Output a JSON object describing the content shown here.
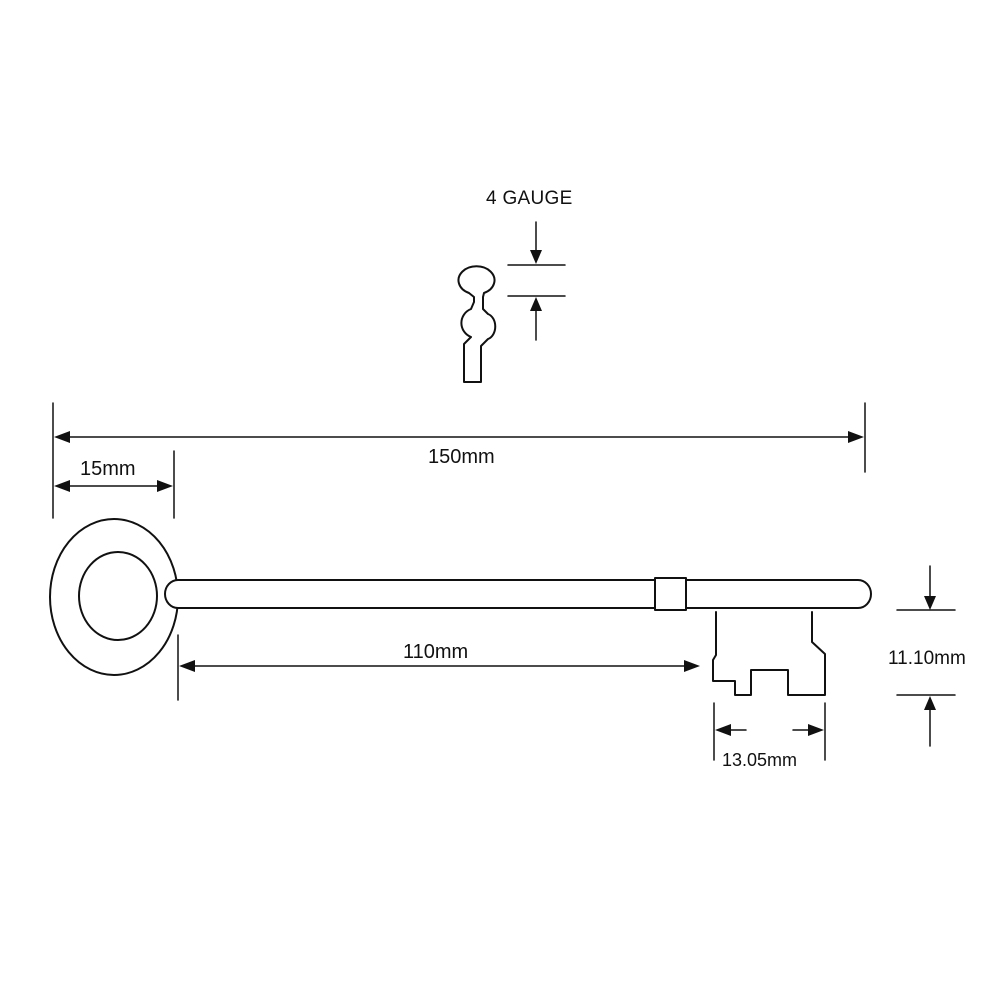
{
  "labels": {
    "gauge": "4 GAUGE",
    "overall_length": "150mm",
    "bow_width": "15mm",
    "shank_length": "110mm",
    "bit_width": "13.05mm",
    "bit_height": "11.10mm"
  },
  "colors": {
    "line": "#111111",
    "background": "#ffffff"
  }
}
